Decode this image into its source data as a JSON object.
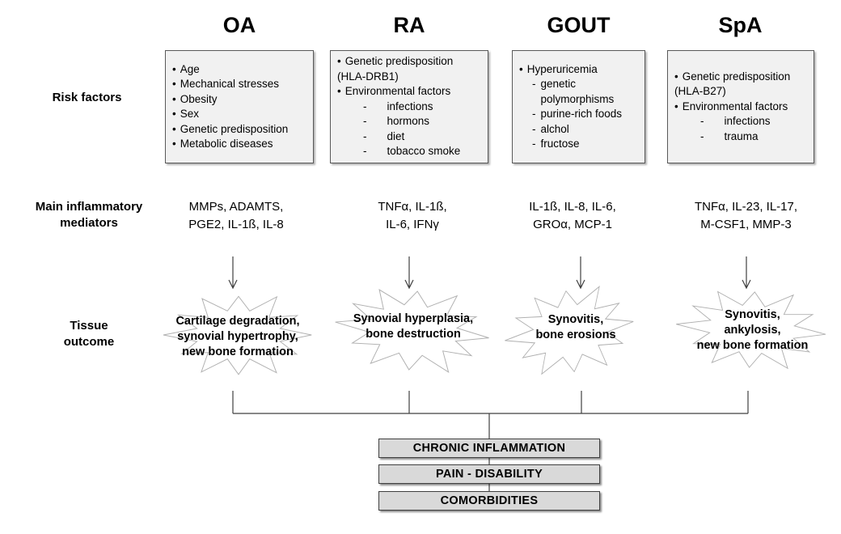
{
  "colors": {
    "risk_box_fill": "#f1f1f1",
    "risk_box_border": "#595959",
    "outcome_box_fill": "#d9d9d9",
    "outcome_box_border": "#404040",
    "line": "#404040",
    "burst_outline": "#b0b0b0"
  },
  "row_labels": {
    "risk": "Risk factors",
    "mediators": [
      "Main inflammatory",
      "mediators"
    ],
    "tissue": [
      "Tissue",
      "outcome"
    ]
  },
  "columns": [
    {
      "header": "OA",
      "risk_factors": [
        {
          "t": "b",
          "x": "Age"
        },
        {
          "t": "b",
          "x": "Mechanical stresses"
        },
        {
          "t": "b",
          "x": "Obesity"
        },
        {
          "t": "b",
          "x": "Sex"
        },
        {
          "t": "b",
          "x": "Genetic predisposition"
        },
        {
          "t": "b",
          "x": "Metabolic diseases"
        }
      ],
      "mediators": [
        "MMPs, ADAMTS,",
        "PGE2, IL-1ß, IL-8"
      ],
      "tissue_outcome": [
        "Cartilage degradation,",
        "synovial hypertrophy,",
        "new bone formation"
      ]
    },
    {
      "header": "RA",
      "risk_factors": [
        {
          "t": "b",
          "x": "Genetic predisposition"
        },
        {
          "t": "p",
          "x": "(HLA-DRB1)"
        },
        {
          "t": "b",
          "x": "Environmental factors"
        },
        {
          "t": "d",
          "x": "infections"
        },
        {
          "t": "d",
          "x": "hormons"
        },
        {
          "t": "d",
          "x": "diet"
        },
        {
          "t": "d",
          "x": "tobacco smoke"
        }
      ],
      "mediators": [
        "TNFα, IL-1ß,",
        "IL-6, IFNγ"
      ],
      "tissue_outcome": [
        "Synovial hyperplasia,",
        "bone destruction"
      ]
    },
    {
      "header": "GOUT",
      "risk_factors": [
        {
          "t": "b",
          "x": "Hyperuricemia"
        },
        {
          "t": "dt",
          "x": "genetic polymorphisms"
        },
        {
          "t": "dt",
          "x": "purine-rich foods"
        },
        {
          "t": "dt",
          "x": "alchol"
        },
        {
          "t": "dt",
          "x": "fructose"
        }
      ],
      "mediators": [
        "IL-1ß, IL-8, IL-6,",
        "GROα, MCP-1"
      ],
      "tissue_outcome": [
        "Synovitis,",
        "bone erosions"
      ]
    },
    {
      "header": "SpA",
      "risk_factors": [
        {
          "t": "b",
          "x": "Genetic predisposition"
        },
        {
          "t": "p",
          "x": "(HLA-B27)"
        },
        {
          "t": "b",
          "x": "Environmental factors"
        },
        {
          "t": "d",
          "x": "infections"
        },
        {
          "t": "d",
          "x": "trauma"
        }
      ],
      "mediators": [
        "TNFα, IL-23, IL-17,",
        "M-CSF1, MMP-3"
      ],
      "tissue_outcome": [
        "Synovitis,",
        "ankylosis,",
        "new bone formation"
      ]
    }
  ],
  "outcome_boxes": [
    "CHRONIC INFLAMMATION",
    "PAIN - DISABILITY",
    "COMORBIDITIES"
  ]
}
